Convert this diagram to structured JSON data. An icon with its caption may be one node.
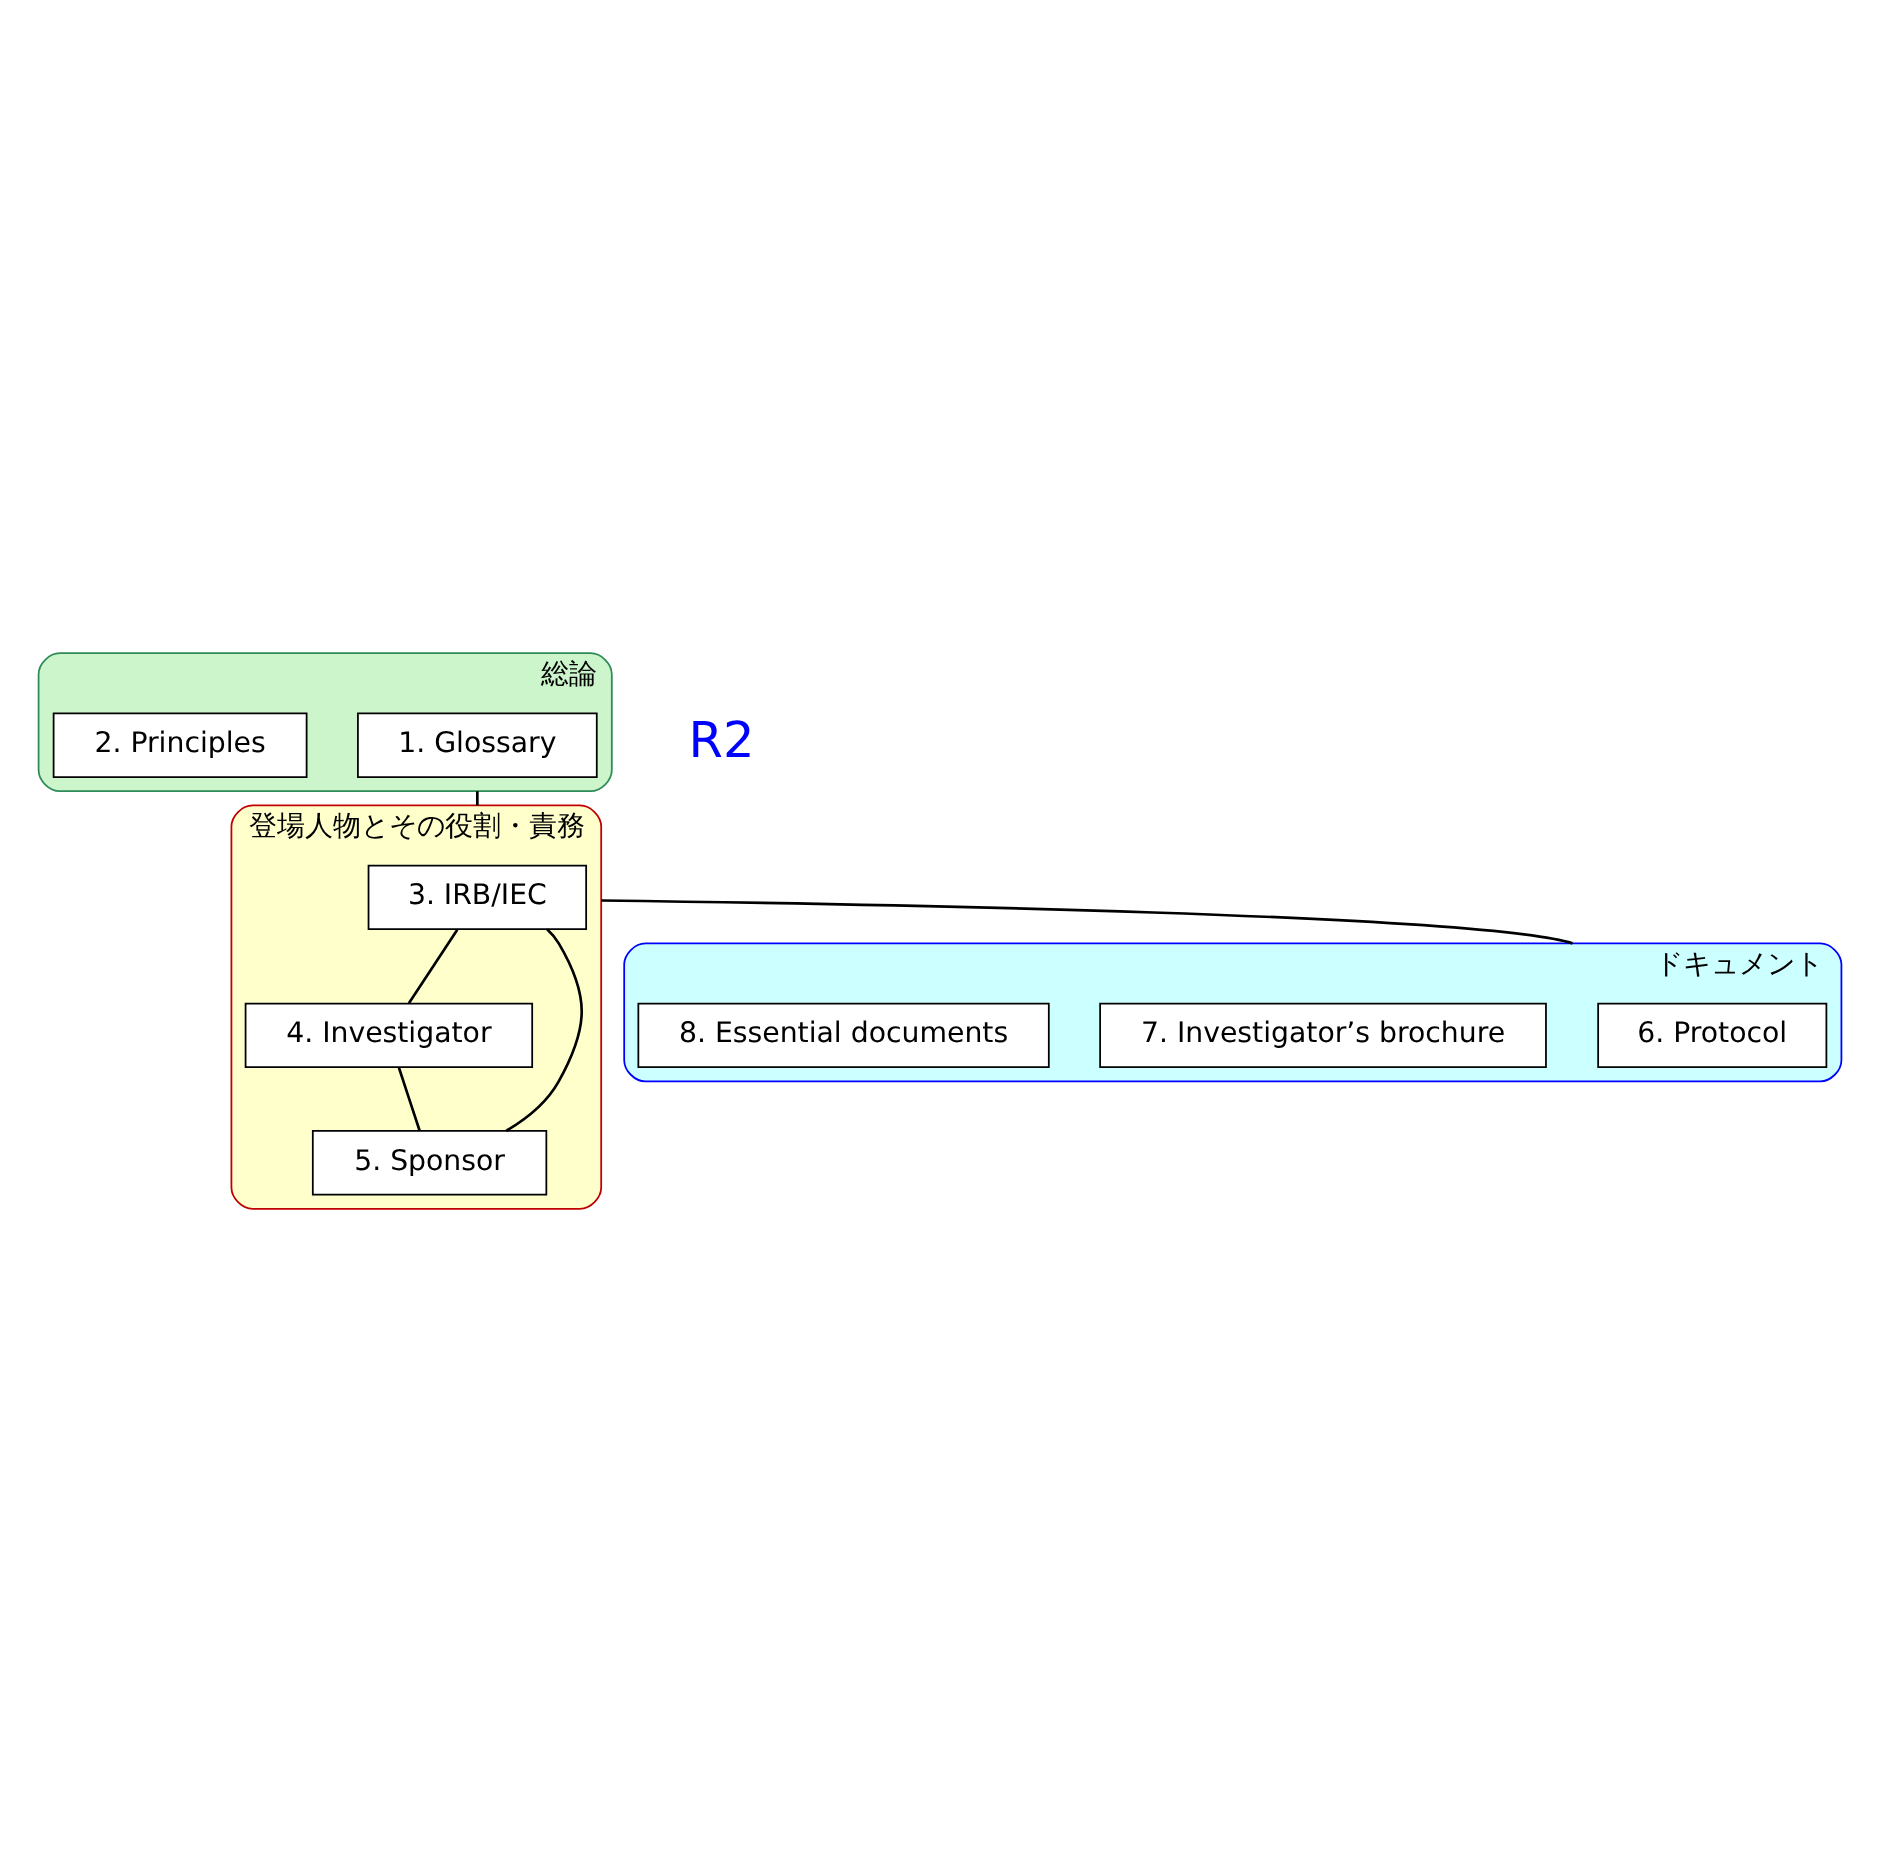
{
  "diagram": {
    "nodes": [
      {
        "text": [
          "総論"
        ]
      },
      {
        "text": [
          "1. Glossary"
        ],
        "in": 0
      },
      {
        "text": [
          "2. Principles"
        ],
        "in": 0
      },
      {
        "text": [
          "登場人物とその役割・責務"
        ]
      },
      {
        "text": [
          "3. IRB/IEC"
        ],
        "in": 3
      },
      {
        "text": [
          "4. Investigator"
        ],
        "in": 3
      },
      {
        "text": [
          "5. Sponsor"
        ],
        "in": 3
      },
      {
        "text": [
          "ドキュメント"
        ]
      },
      {
        "text": [
          "6. Protocol"
        ],
        "in": 7
      },
      {
        "text": [
          "7. Investigator’s brochure"
        ],
        "in": 7
      },
      {
        "text": [
          "8. Essential documents"
        ],
        "in": 7
      }
    ],
    "edges": [
      {
        "from": 0,
        "to": 3,
        "arrow": "none"
      },
      {
        "from": 3,
        "to": 7,
        "arrow": "none"
      },
      {
        "from": 4,
        "to": 5,
        "arrow": "none"
      },
      {
        "from": 4,
        "to": 6,
        "arrow": "none"
      },
      {
        "from": 5,
        "to": 6,
        "arrow": "none"
      }
    ],
    "labels": [
      "R2"
    ]
  }
}
